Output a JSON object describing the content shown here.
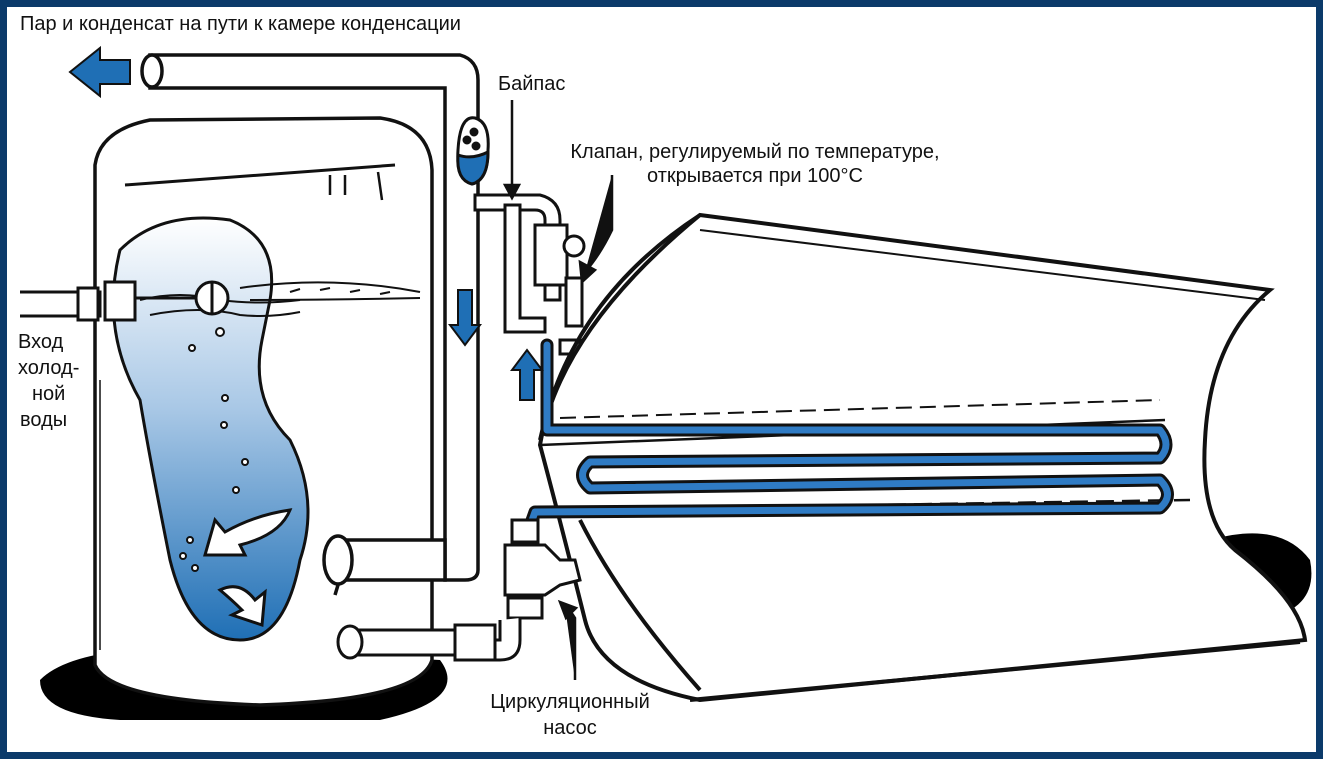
{
  "labels": {
    "steam_to_condenser": "Пар и конденсат на пути к камере конденсации",
    "bypass": "Байпас",
    "valve_line1": "Клапан, регулируемый по температуре,",
    "valve_line2": "открывается при 100°С",
    "cold_in_1": "Вход",
    "cold_in_2": "холод-",
    "cold_in_3": "ной",
    "cold_in_4": "воды",
    "pump_line1": "Циркуляционный",
    "pump_line2": "насос"
  },
  "colors": {
    "frame": "#0b3a6a",
    "water": "#1f6fb5",
    "arrow": "#1f6fb5",
    "line": "#111111"
  }
}
